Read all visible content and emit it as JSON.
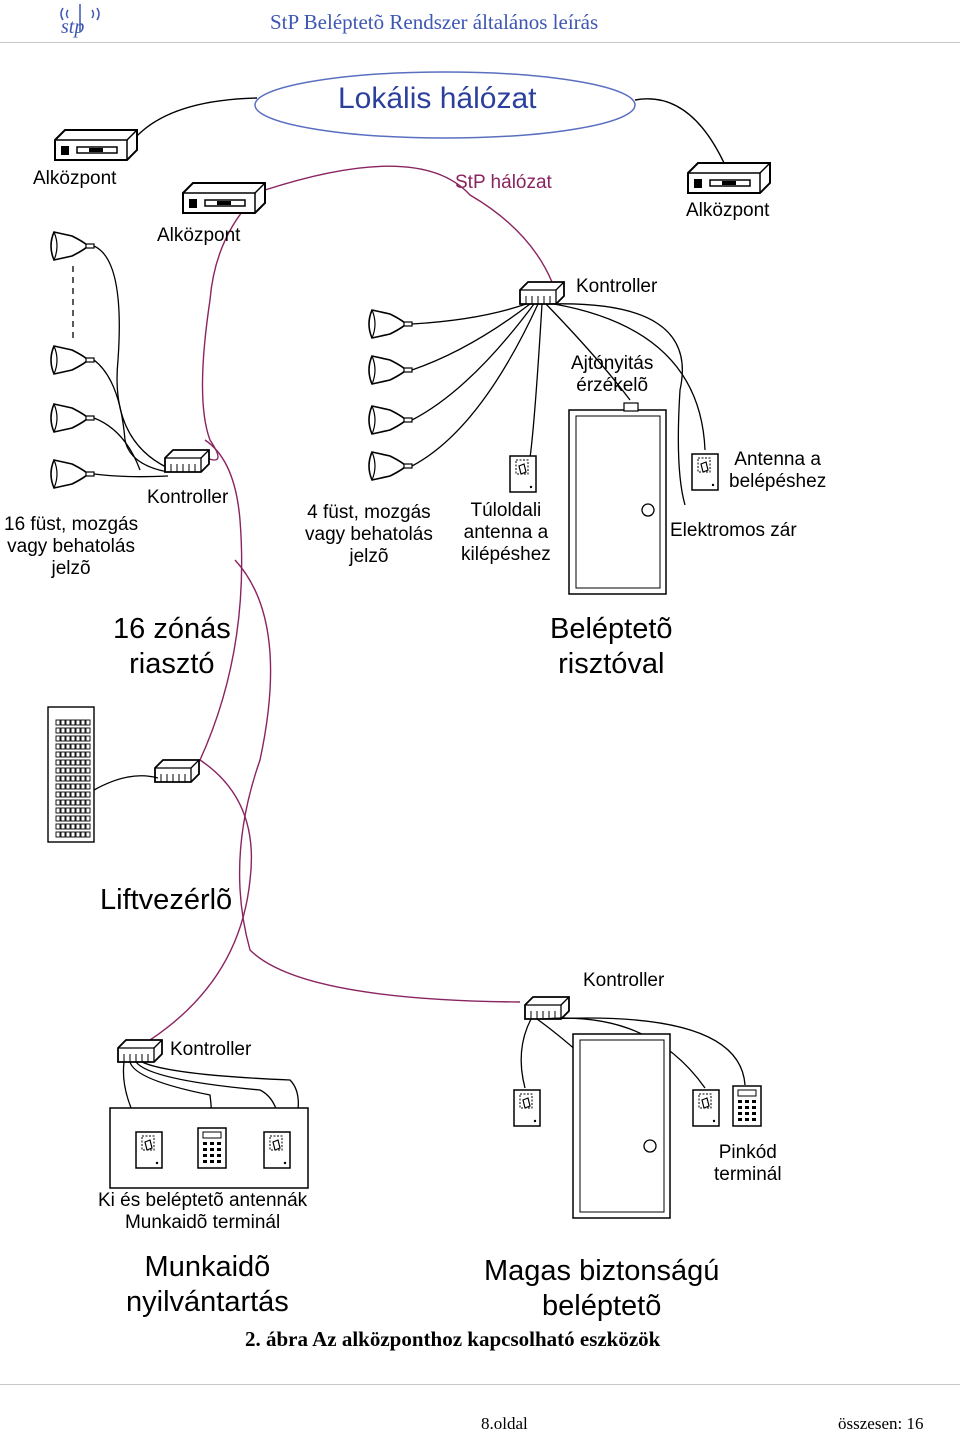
{
  "header": {
    "logo_text": "stp",
    "title": "StP Beléptetõ Rendszer általános leírás"
  },
  "diagram": {
    "lan_label": "Lokális hálózat",
    "stp_network_label": "StP hálózat",
    "subcenter_left": "Alközpont",
    "subcenter_mid": "Alközpont",
    "subcenter_right": "Alközpont",
    "controller_top": "Kontroller",
    "door_sensor_line1": "Ajtónyitás",
    "door_sensor_line2": "érzékelõ",
    "antenna_in_line1": "Antenna a",
    "antenna_in_line2": "belépéshez",
    "electric_lock": "Elektromos zár",
    "controller_alarm": "Kontroller",
    "sensors16_line1": "16 füst, mozgás",
    "sensors16_line2": "vagy behatolás",
    "sensors16_line3": "jelzõ",
    "sensors4_line1": "4 füst, mozgás",
    "sensors4_line2": "vagy behatolás",
    "sensors4_line3": "jelzõ",
    "antenna_out_line1": "Túloldali",
    "antenna_out_line2": "antenna a",
    "antenna_out_line3": "kilépéshez",
    "alarm16_line1": "16 zónás",
    "alarm16_line2": "riasztó",
    "access_alarm_line1": "Beléptetõ",
    "access_alarm_line2": "risztóval",
    "lift_controller": "Liftvezérlõ",
    "controller_bottom_right": "Kontroller",
    "controller_bottom_left": "Kontroller",
    "pin_terminal_line1": "Pinkód",
    "pin_terminal_line2": "terminál",
    "time_antennas_line1": "Ki és beléptetõ antennák",
    "time_antennas_line2": "Munkaidõ terminál",
    "time_tracking_line1": "Munkaidõ",
    "time_tracking_line2": "nyilvántartás",
    "high_security_line1": "Magas biztonságú",
    "high_security_line2": "beléptetõ"
  },
  "caption": "2. ábra Az alközponthoz kapcsolható eszközök",
  "footer": {
    "page": "8.oldal",
    "total": "összesen: 16"
  },
  "colors": {
    "header_blue": "#3d57b3",
    "lan_blue": "#2b3f9c",
    "network_purple": "#8a2461",
    "cloud_stroke": "#5a6fc0"
  }
}
